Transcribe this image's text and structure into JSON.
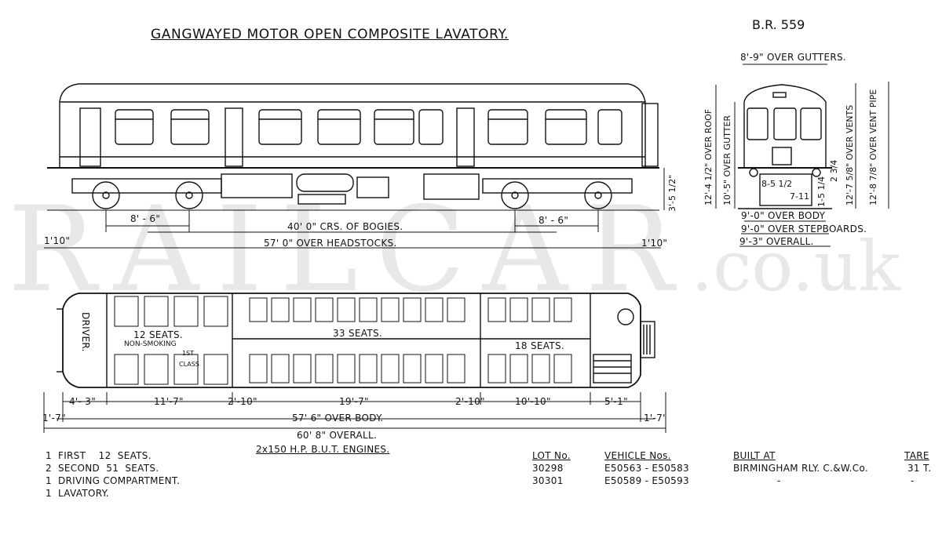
{
  "title": "GANGWAYED MOTOR OPEN COMPOSITE LAVATORY.",
  "drawing_ref": "B.R. 559",
  "watermark": {
    "main": "RAILCAR",
    "suffix": ".co.uk"
  },
  "side_view": {
    "bogie_wheelbase_left": "8' - 6\"",
    "bogie_wheelbase_right": "8' - 6\"",
    "bogie_centres": "40' 0\" CRS. OF BOGIES.",
    "headstocks": "57' 0\" OVER HEADSTOCKS.",
    "overhang_left": "1'10\"",
    "overhang_right": "1'10\"",
    "height_headstock": "3'-5 1/2\""
  },
  "end_view": {
    "over_gutters": "8'-9\" OVER GUTTERS.",
    "over_roof": "12'-4 1/2\" OVER ROOF",
    "over_gutter": "10'-5\" OVER GUTTER",
    "over_vents": "12'-7 5/8\" OVER VENTS",
    "over_vent_pipe": "12'-8 7/8\" OVER VENT PIPE",
    "small_1": "8-5 1/2",
    "small_2": "7-11",
    "small_3": "1-5 1/4",
    "small_4": "2 3/4",
    "over_body": "9'-0\" OVER BODY",
    "over_stepboards": "9'-0\" OVER STEPBOARDS.",
    "overall": "9'-3\" OVERALL."
  },
  "plan_view": {
    "driver": "DRIVER.",
    "first_seats": "12 SEATS.",
    "non_smoking": "NON-SMOKING",
    "first_class_1": "1ST",
    "first_class_2": "CLASS",
    "second_seats_a": "33 SEATS.",
    "second_seats_b": "18 SEATS.",
    "dim_4_3": "4'- 3\"",
    "dim_11_7": "11'-7\"",
    "dim_2_10a": "2'-10\"",
    "dim_19_7": "19'-7\"",
    "dim_2_10b": "2'-10\"",
    "dim_10_10": "10'-10\"",
    "dim_5_1": "5'-1\"",
    "dim_1_7_left": "1'-7\"",
    "dim_1_7_right": "1'-7\"",
    "over_body": "57' 6\" OVER BODY.",
    "overall": "60' 8\" OVERALL.",
    "engines": "2x150 H.P. B.U.T. ENGINES."
  },
  "accommodation": [
    {
      "qty": "1",
      "desc": "FIRST    12  SEATS."
    },
    {
      "qty": "2",
      "desc": "SECOND  51  SEATS."
    },
    {
      "qty": "1",
      "desc": "DRIVING COMPARTMENT."
    },
    {
      "qty": "1",
      "desc": "LAVATORY."
    }
  ],
  "lot_table": {
    "headers": {
      "lot": "LOT No.",
      "vehicle": "VEHICLE Nos.",
      "built": "BUILT AT",
      "tare": "TARE"
    },
    "rows": [
      {
        "lot": "30298",
        "vehicle": "E50563 - E50583",
        "built": "BIRMINGHAM RLY. C.&W.Co.",
        "tare": "31 T."
      },
      {
        "lot": "30301",
        "vehicle": "E50589 - E50593",
        "built": "-",
        "tare": "-"
      }
    ]
  }
}
